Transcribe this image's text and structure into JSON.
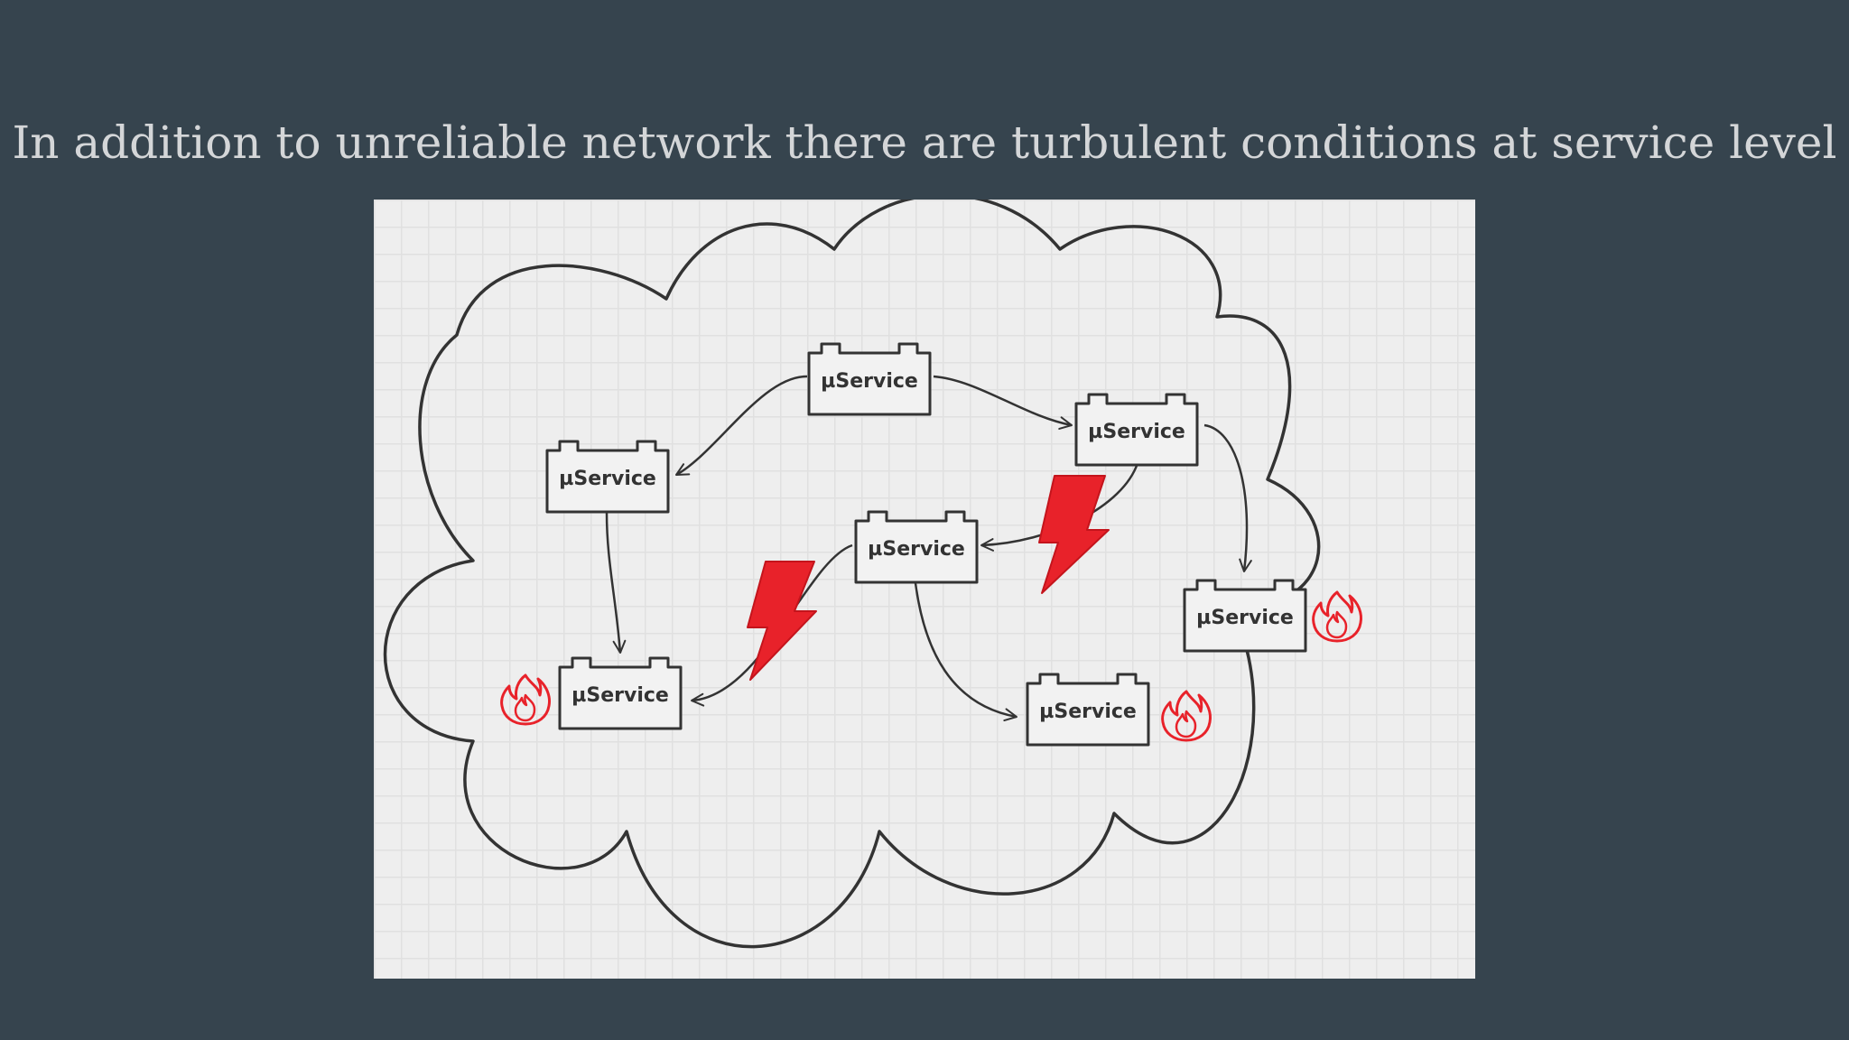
{
  "slide": {
    "title": "In addition to unreliable network there are turbulent conditions at service level"
  },
  "diagram": {
    "nodes": [
      {
        "id": "svc-top",
        "label": "µService",
        "status": "ok"
      },
      {
        "id": "svc-right-top",
        "label": "µService",
        "status": "ok"
      },
      {
        "id": "svc-left",
        "label": "µService",
        "status": "ok"
      },
      {
        "id": "svc-center",
        "label": "µService",
        "status": "ok"
      },
      {
        "id": "svc-right",
        "label": "µService",
        "status": "on-fire"
      },
      {
        "id": "svc-bottom-left",
        "label": "µService",
        "status": "on-fire"
      },
      {
        "id": "svc-bottom-center",
        "label": "µService",
        "status": "on-fire"
      }
    ],
    "edges": [
      {
        "from": "svc-top",
        "to": "svc-left",
        "disrupted": false
      },
      {
        "from": "svc-top",
        "to": "svc-right-top",
        "disrupted": false
      },
      {
        "from": "svc-right-top",
        "to": "svc-right",
        "disrupted": false
      },
      {
        "from": "svc-right-top",
        "to": "svc-center",
        "disrupted": true
      },
      {
        "from": "svc-left",
        "to": "svc-bottom-left",
        "disrupted": false
      },
      {
        "from": "svc-center",
        "to": "svc-bottom-left",
        "disrupted": true
      },
      {
        "from": "svc-center",
        "to": "svc-bottom-center",
        "disrupted": false
      }
    ],
    "icons": {
      "disruption": "lightning-bolt-icon",
      "failure": "fire-icon"
    },
    "colors": {
      "background": "#36444e",
      "panel": "#eeeeee",
      "stroke": "#333333",
      "alert": "#e8222a"
    }
  }
}
